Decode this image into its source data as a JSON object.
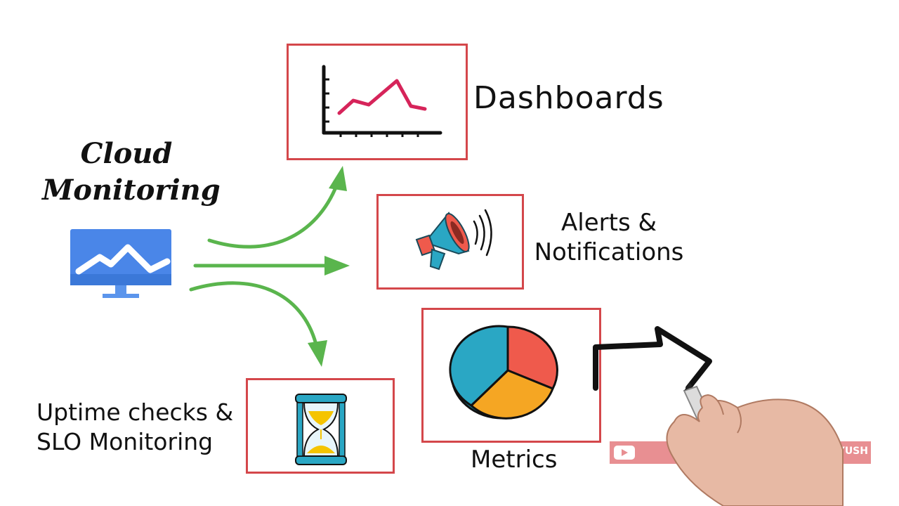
{
  "title": "Cloud Monitoring",
  "title_lines": [
    "Cloud",
    "Monitoring"
  ],
  "features": {
    "dashboards": "Dashboards",
    "alerts_line1": "Alerts &",
    "alerts_line2": "Notifications",
    "metrics": "Metrics",
    "uptime_line1": "Uptime checks &",
    "uptime_line2": "SLO Monitoring"
  },
  "watermark": {
    "text": "CHPIYUSH",
    "icon": "youtube-icon"
  },
  "icons": {
    "monitor": "monitor-icon",
    "line_chart": "line-chart-icon",
    "megaphone": "megaphone-icon",
    "pie_chart": "pie-chart-icon",
    "hourglass": "hourglass-icon",
    "arrow": "right-arrow-icon",
    "hand": "hand-with-marker"
  },
  "colors": {
    "box_border": "#d4474b",
    "arrow_green": "#5ab54d",
    "monitor_blue": "#4a86e8",
    "chart_line": "#d6245a",
    "pie_blue": "#2aa7c4",
    "pie_red": "#ef5a4c",
    "pie_orange": "#f5a623"
  }
}
